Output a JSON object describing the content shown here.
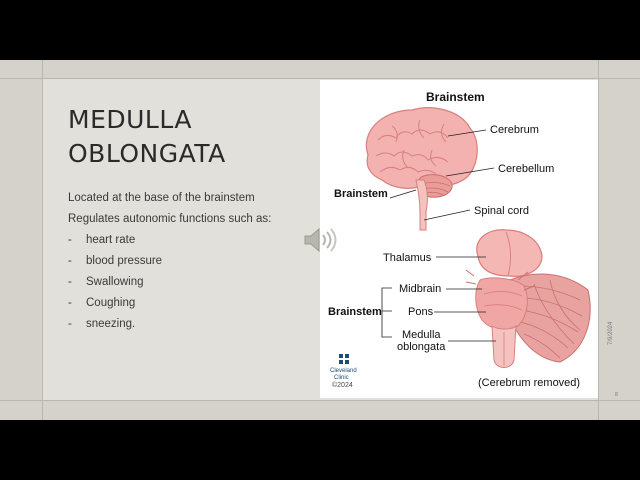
{
  "slide": {
    "title_line1": "MEDULLA",
    "title_line2": "OBLONGATA",
    "body_line1": "Located at the base of the brainstem",
    "body_line2": "Regulates autonomic functions such as:",
    "bullet_marker": "-",
    "bullets": [
      "heart rate",
      "blood pressure",
      "Swallowing",
      "Coughing",
      "sneezing."
    ],
    "side_date": "7/9/2024",
    "page_number": "8"
  },
  "figure": {
    "title": "Brainstem",
    "top_labels": {
      "cerebrum": "Cerebrum",
      "cerebellum": "Cerebellum",
      "brainstem": "Brainstem",
      "spinal_cord": "Spinal cord"
    },
    "bottom_labels": {
      "thalamus": "Thalamus",
      "midbrain": "Midbrain",
      "pons": "Pons",
      "medulla_line1": "Medulla",
      "medulla_line2": "oblongata",
      "brainstem": "Brainstem"
    },
    "logo_line1": "Cleveland",
    "logo_line2": "Clinic",
    "copyright": "©2024",
    "caption": "(Cerebrum removed)"
  },
  "icons": {
    "speaker": "speaker-icon"
  },
  "colors": {
    "brain_pink": "#f0a6a4",
    "brain_dark": "#d8807e",
    "slide_bg": "#e2e0da"
  }
}
